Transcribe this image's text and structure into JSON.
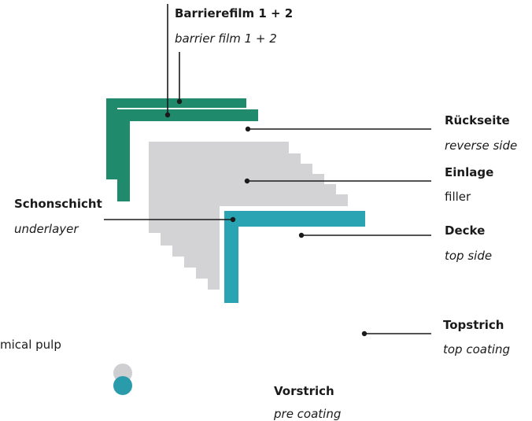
{
  "labels": {
    "barrier": {
      "de": "Barrierefilm 1 + 2",
      "en": "barrier film 1 + 2"
    },
    "reverse": {
      "de": "Rückseite",
      "en": "reverse side"
    },
    "filler": {
      "de": "Einlage",
      "en": "filler"
    },
    "under": {
      "de": "Schonschicht",
      "en": "underlayer"
    },
    "top": {
      "de": "Decke",
      "en": "top side"
    },
    "topcoat": {
      "de": "Topstrich",
      "en": "top coating"
    },
    "precoat": {
      "de": "Vorstrich",
      "en": "pre coating"
    },
    "pulp": {
      "en": "mical pulp"
    }
  },
  "colors": {
    "barrier_green": "#1f8a6c",
    "filler_grey": "#d3d3d6",
    "top_teal": "#2aa3b3",
    "line": "#1a1a1a"
  },
  "legend": [
    {
      "name": "grey-dot",
      "color": "#cfcfd2"
    },
    {
      "name": "teal-dot",
      "color": "#2a9bab"
    }
  ]
}
